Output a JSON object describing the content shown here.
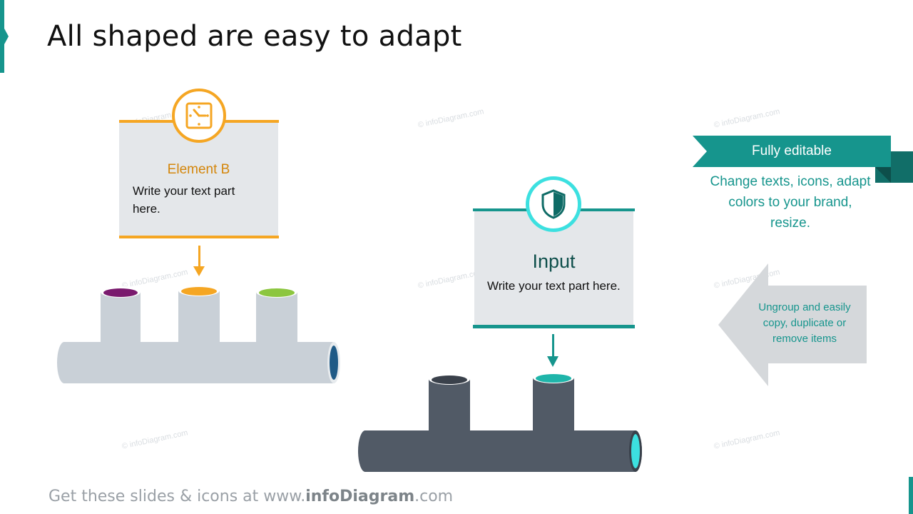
{
  "slide": {
    "title": "All shaped are easy to adapt"
  },
  "watermark": "© infoDiagram.com",
  "element_b": {
    "title": "Element B",
    "body": "Write your text part here.",
    "icon": "clock-icon",
    "color": "#f5a623"
  },
  "input": {
    "title": "Input",
    "body": "Write your text part here.",
    "icon": "shield-icon",
    "color": "#16958d"
  },
  "callout": {
    "ribbon_label": "Fully editable",
    "text": "Change texts, icons, adapt colors to your brand, resize."
  },
  "ungroup": {
    "text": "Ungroup and easily copy, duplicate or remove items"
  },
  "footer": {
    "prefix": "Get these slides & icons at www.",
    "brand": "infoDiagram",
    "suffix": ".com"
  },
  "colors": {
    "accent": "#16958d",
    "orange": "#f5a623",
    "light_pipe": "#c9d0d7",
    "dark_pipe": "#515a66",
    "purple_opening": "#7a1a6e",
    "lime_opening": "#8cc63f",
    "teal_opening": "#1fb5aa",
    "cyan_end": "#3ce0e0",
    "blue_end": "#1f5a86"
  }
}
